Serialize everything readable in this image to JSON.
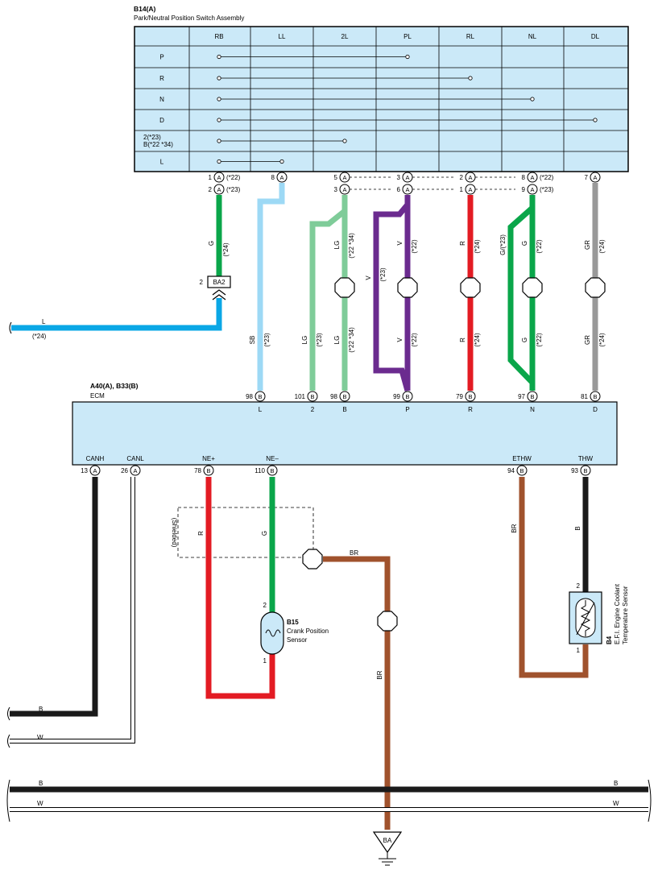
{
  "colors": {
    "panel_fill": "#cbe9f8",
    "wire_G": "#0aa64a",
    "wire_L": "#0aa7e6",
    "wire_SB": "#9dd9f5",
    "wire_LG": "#7fcc99",
    "wire_V": "#6b2b8f",
    "wire_R": "#e31b23",
    "wire_GR": "#999999",
    "wire_BR": "#a0522d",
    "wire_B": "#1a1a1a",
    "wire_W": "#ffffff"
  },
  "switch": {
    "id": "B14(A)",
    "name": "Park/Neutral Position Switch Assembly",
    "columns": [
      "RB",
      "LL",
      "2L",
      "PL",
      "RL",
      "NL",
      "DL"
    ],
    "rows": [
      {
        "label": "P",
        "from": 0,
        "to": 3
      },
      {
        "label": "R",
        "from": 0,
        "to": 4
      },
      {
        "label": "N",
        "from": 0,
        "to": 5
      },
      {
        "label": "D",
        "from": 0,
        "to": 6
      },
      {
        "label": "2(*23)",
        "label2": "B(*22 *34)",
        "from": 0,
        "to": 2
      },
      {
        "label": "L",
        "from": 0,
        "to": 1
      }
    ],
    "pins_top": [
      {
        "col": 0,
        "num": "1",
        "conn": "A",
        "note": "(*22)"
      },
      {
        "col": 1,
        "num": "8",
        "conn": "A",
        "note": ""
      },
      {
        "col": 2,
        "num": "5",
        "conn": "A",
        "note": ""
      },
      {
        "col": 3,
        "num": "3",
        "conn": "A",
        "note": ""
      },
      {
        "col": 4,
        "num": "2",
        "conn": "A",
        "note": ""
      },
      {
        "col": 5,
        "num": "8",
        "conn": "A",
        "note": "(*22)"
      },
      {
        "col": 6,
        "num": "7",
        "conn": "A",
        "note": ""
      }
    ],
    "pins_bottom": [
      {
        "col": 0,
        "num": "2",
        "conn": "A",
        "note": "(*23)"
      },
      {
        "col": 2,
        "num": "3",
        "conn": "A",
        "note": ""
      },
      {
        "col": 3,
        "num": "6",
        "conn": "A",
        "note": ""
      },
      {
        "col": 4,
        "num": "1",
        "conn": "A",
        "note": ""
      },
      {
        "col": 5,
        "num": "9",
        "conn": "A",
        "note": "(*23)"
      }
    ]
  },
  "wires_upper": {
    "G_label": "G",
    "G_note": "(*24)",
    "ba2": "BA2",
    "ba2_pin": "2",
    "L_label": "L",
    "L_note": "(*24)",
    "SB_label": "SB",
    "SB_note": "(*23)",
    "LG1_label": "LG",
    "LG1_note": "(*23)",
    "LG2_label": "LG",
    "LG2_note": "(*22 *34)",
    "LG2b_label": "LG",
    "LG2b_note": "(*22 *34)",
    "V_label": "V",
    "V_note": "(*23)",
    "V2_label": "V",
    "V2_note": "(*22)",
    "V2b_label": "V",
    "V2b_note": "(*22)",
    "R_label": "R",
    "R_note": "(*24)",
    "Rb_label": "R",
    "Rb_note": "(*24)",
    "GY_label": "G/(*23)",
    "G2_label": "G",
    "G2_note": "(*22)",
    "G2b_label": "G",
    "G2b_note": "(*22)",
    "GR_label": "GR",
    "GR_note": "(*24)",
    "GRb_label": "GR",
    "GRb_note": "(*24)"
  },
  "ecm": {
    "id": "A40(A), B33(B)",
    "name": "ECM",
    "top_pins": [
      {
        "num": "98",
        "conn": "B",
        "label": "L"
      },
      {
        "num": "101",
        "conn": "B",
        "label": "2"
      },
      {
        "num": "98",
        "conn": "B",
        "label": "B"
      },
      {
        "num": "99",
        "conn": "B",
        "label": "P"
      },
      {
        "num": "79",
        "conn": "B",
        "label": "R"
      },
      {
        "num": "97",
        "conn": "B",
        "label": "N"
      },
      {
        "num": "81",
        "conn": "B",
        "label": "D"
      }
    ],
    "bottom_pins": [
      {
        "num": "13",
        "conn": "A",
        "label": "CANH"
      },
      {
        "num": "26",
        "conn": "A",
        "label": "CANL"
      },
      {
        "num": "78",
        "conn": "B",
        "label": "NE+"
      },
      {
        "num": "110",
        "conn": "B",
        "label": "NE–"
      },
      {
        "num": "94",
        "conn": "B",
        "label": "ETHW"
      },
      {
        "num": "93",
        "conn": "B",
        "label": "THW"
      }
    ]
  },
  "lower": {
    "shielded": "(Shielded)",
    "R_label": "R",
    "G_label": "G",
    "BR_label": "BR",
    "BR2_label": "BR",
    "crank_id": "B15",
    "crank_name1": "Crank Position",
    "crank_name2": "Sensor",
    "crank_pin_top": "2",
    "crank_pin_bot": "1",
    "ethw_label": "BR",
    "thw_label": "B",
    "temp_id": "B4",
    "temp_name1": "E.F.I. Engine Coolant",
    "temp_name2": "Temperature Sensor",
    "temp_pin_top": "2",
    "temp_pin_bot": "1",
    "canh_label": "B",
    "canl_label": "W",
    "bus_B_left": "B",
    "bus_B_right": "B",
    "bus_W_left": "W",
    "bus_W_right": "W",
    "ground": "BA"
  }
}
